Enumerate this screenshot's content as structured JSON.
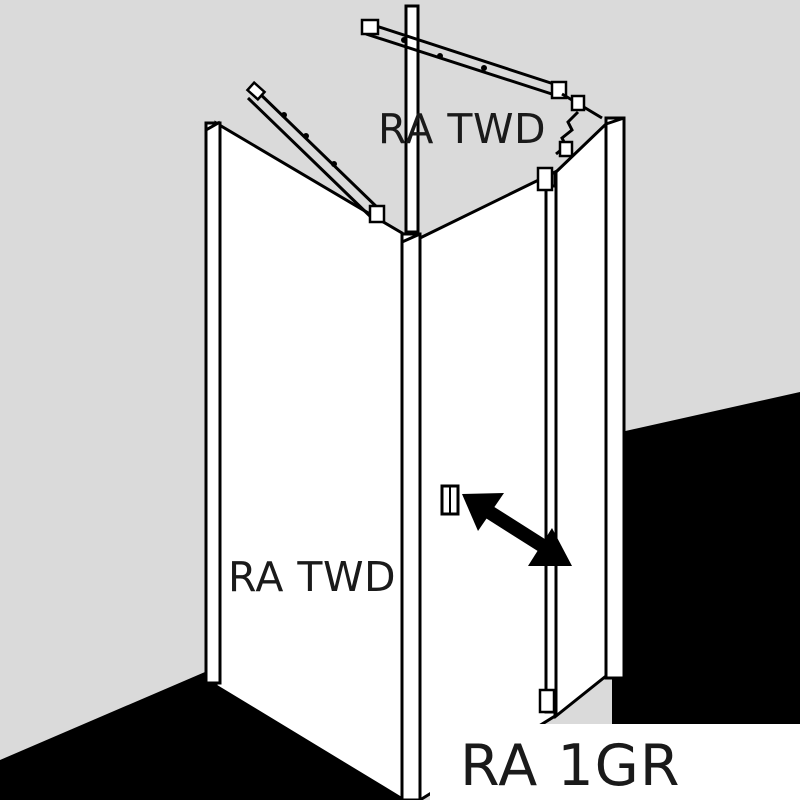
{
  "labels": {
    "back_panel": "RA TWD",
    "side_panel": "RA TWD",
    "door": "RA 1GR"
  },
  "colors": {
    "background": "#dadada",
    "floor": "#000000",
    "glass": "#ffffff",
    "line": "#000000",
    "label_text": "#1a1a1a"
  },
  "icons": {
    "swing_arrow": "double-headed-arrow-icon",
    "door_handle": "door-handle-icon"
  }
}
